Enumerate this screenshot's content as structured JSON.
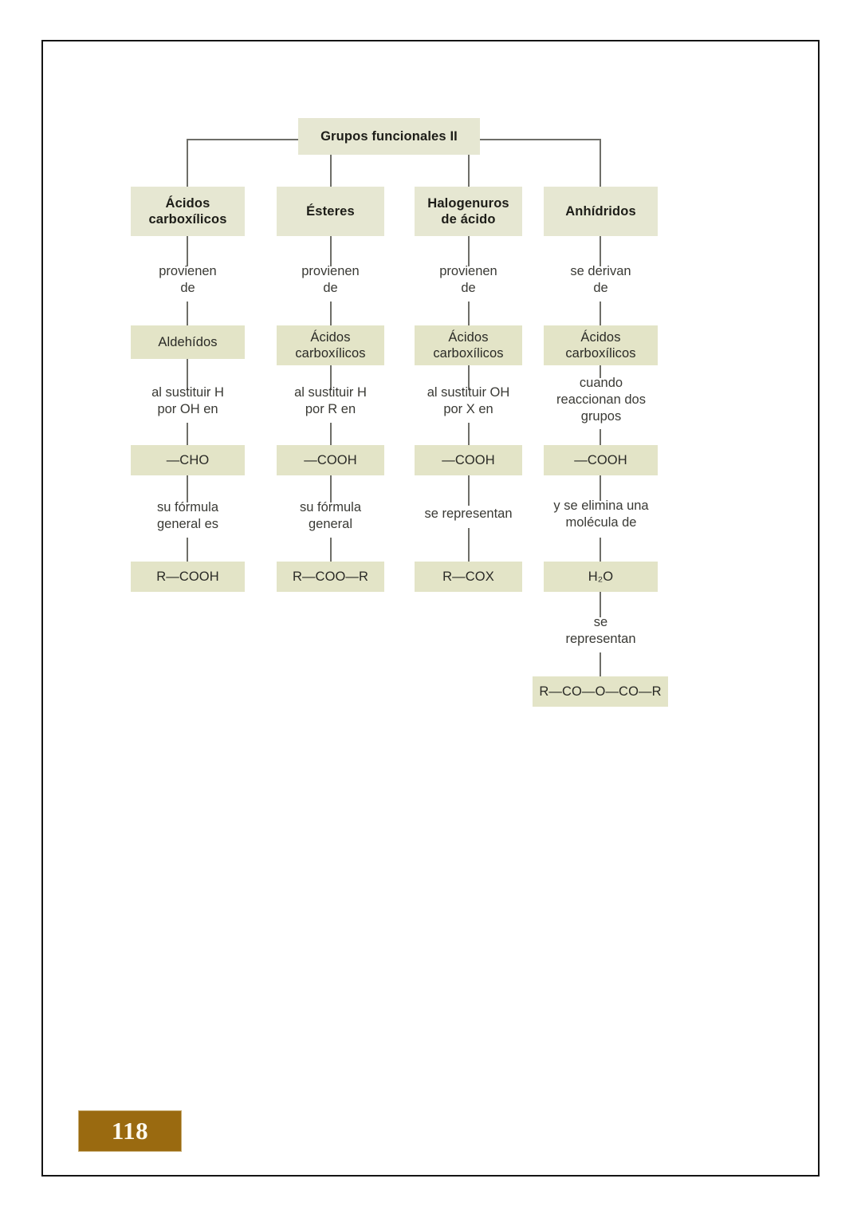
{
  "page": {
    "number": "118"
  },
  "diagram": {
    "title": "Grupos funcionales II",
    "columns": [
      {
        "id": "acidos-carboxilicos",
        "heading": "Ácidos\ncarboxílicos",
        "steps": [
          {
            "connector": "provienen\nde",
            "box": "Aldehídos"
          },
          {
            "connector": "al sustituir H\npor OH en",
            "box": "—CHO"
          },
          {
            "connector": "su fórmula\ngeneral es",
            "box": "R—COOH"
          }
        ]
      },
      {
        "id": "esteres",
        "heading": "Ésteres",
        "steps": [
          {
            "connector": "provienen\nde",
            "box": "Ácidos\ncarboxílicos"
          },
          {
            "connector": "al sustituir H\npor R en",
            "box": "—COOH"
          },
          {
            "connector": "su fórmula\ngeneral",
            "box": "R—COO—R"
          }
        ]
      },
      {
        "id": "halogenuros-de-acido",
        "heading": "Halogenuros\nde ácido",
        "steps": [
          {
            "connector": "provienen\nde",
            "box": "Ácidos\ncarboxílicos"
          },
          {
            "connector": "al sustituir OH\npor X en",
            "box": "—COOH"
          },
          {
            "connector": "se representan",
            "box": "R—COX"
          }
        ]
      },
      {
        "id": "anhidridos",
        "heading": "Anhídridos",
        "steps": [
          {
            "connector": "se derivan\nde",
            "box": "Ácidos\ncarboxílicos"
          },
          {
            "connector": "cuando\nreaccionan dos\ngrupos",
            "box": "—COOH"
          },
          {
            "connector": "y se elimina una\nmolécula de",
            "box": "H₂O"
          },
          {
            "connector": "se\nrepresentan",
            "box": "R—CO—O—CO—R"
          }
        ]
      }
    ]
  },
  "colors": {
    "box_fill": "#e3e4c7",
    "heading_fill": "#e6e7d2",
    "connector_line": "#6e6e68",
    "page_badge": "#9a6a10",
    "page_badge_text": "#fdf9ef",
    "frame": "#141414"
  }
}
